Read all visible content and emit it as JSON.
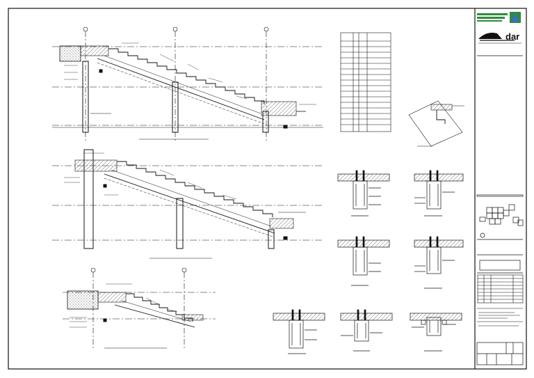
{
  "title_block": {
    "logo_brand": "dar",
    "logo_colors": {
      "green": "#2e8b3e",
      "blue": "#3a6fc4"
    }
  },
  "drawing": {
    "line_color": "#111111",
    "hatch_color": "#555555",
    "views": [
      "stair-section-top",
      "stair-section-middle",
      "stair-section-bottom",
      "schedule-table",
      "column-detail-grid",
      "key-plan"
    ]
  }
}
